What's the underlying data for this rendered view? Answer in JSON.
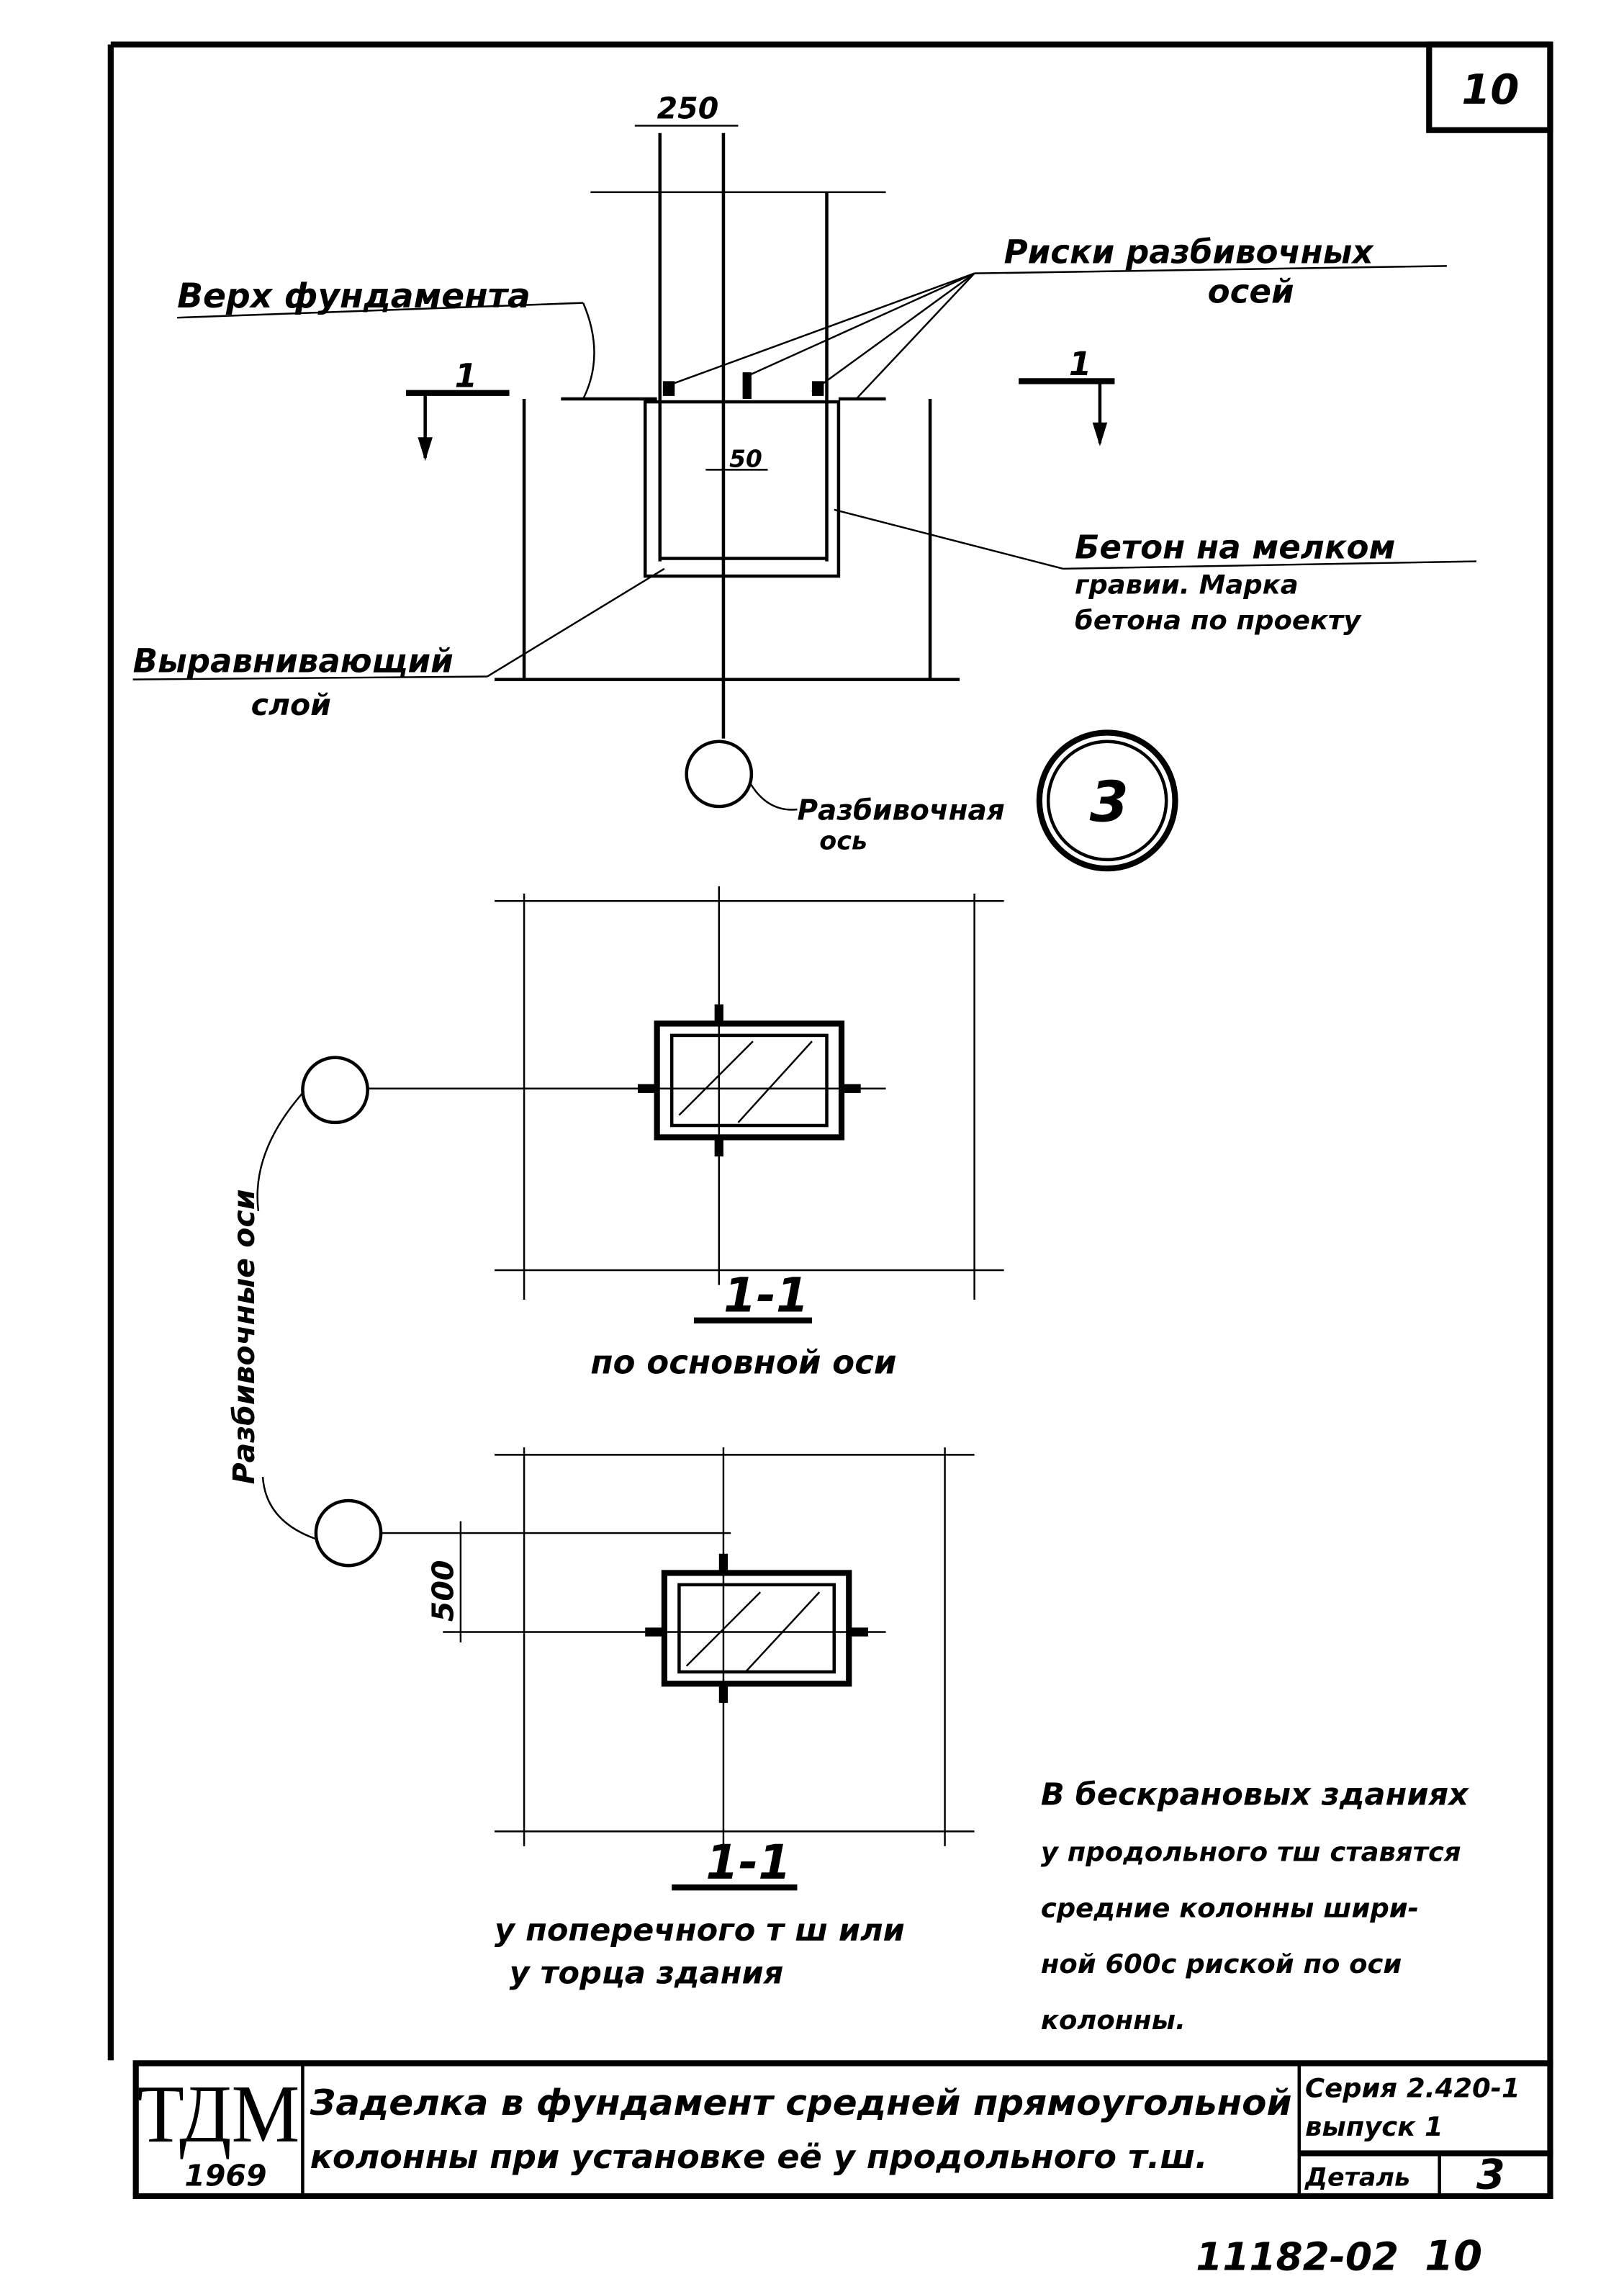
{
  "sheet": {
    "page_number": "10",
    "bottom_code": "11182-02",
    "bottom_page": "10"
  },
  "section_view": {
    "dim_column_width": "250",
    "dim_offset": "50",
    "label_foundation_top": "Верх фундамента",
    "label_marks_line1": "Риски разбивочных",
    "label_marks_line2": "осей",
    "label_concrete_line1": "Бетон на мелком",
    "label_concrete_line2": "гравии. Марка",
    "label_concrete_line3": "бетона по проекту",
    "label_leveling_line1": "Выравнивающий",
    "label_leveling_line2": "слой",
    "label_axis_line1": "Разбивочная",
    "label_axis_line2": "ось",
    "section_mark": "1",
    "detail_number": "3"
  },
  "plan_1": {
    "title": "1-1",
    "caption": "по основной оси"
  },
  "plan_2": {
    "title": "1-1",
    "caption_line1": "у поперечного т ш или",
    "caption_line2": "у торца здания",
    "dim": "500"
  },
  "axes_label": "Разбивочные оси",
  "note": {
    "lines": [
      "В бескрановых зданиях",
      "у продольного тш  ставятся",
      "средние  колонны шири-",
      "ной 600с риской по оси",
      "колонны."
    ]
  },
  "title_block": {
    "logo": "ТДМ",
    "year": "1969",
    "title_line1": "Заделка в фундамент средней прямоугольной",
    "title_line2": "колонны при установке её у продольного т.ш.",
    "series": "Серия 2.420-1",
    "issue": "выпуск 1",
    "detail_label": "Деталь",
    "detail_value": "3"
  }
}
